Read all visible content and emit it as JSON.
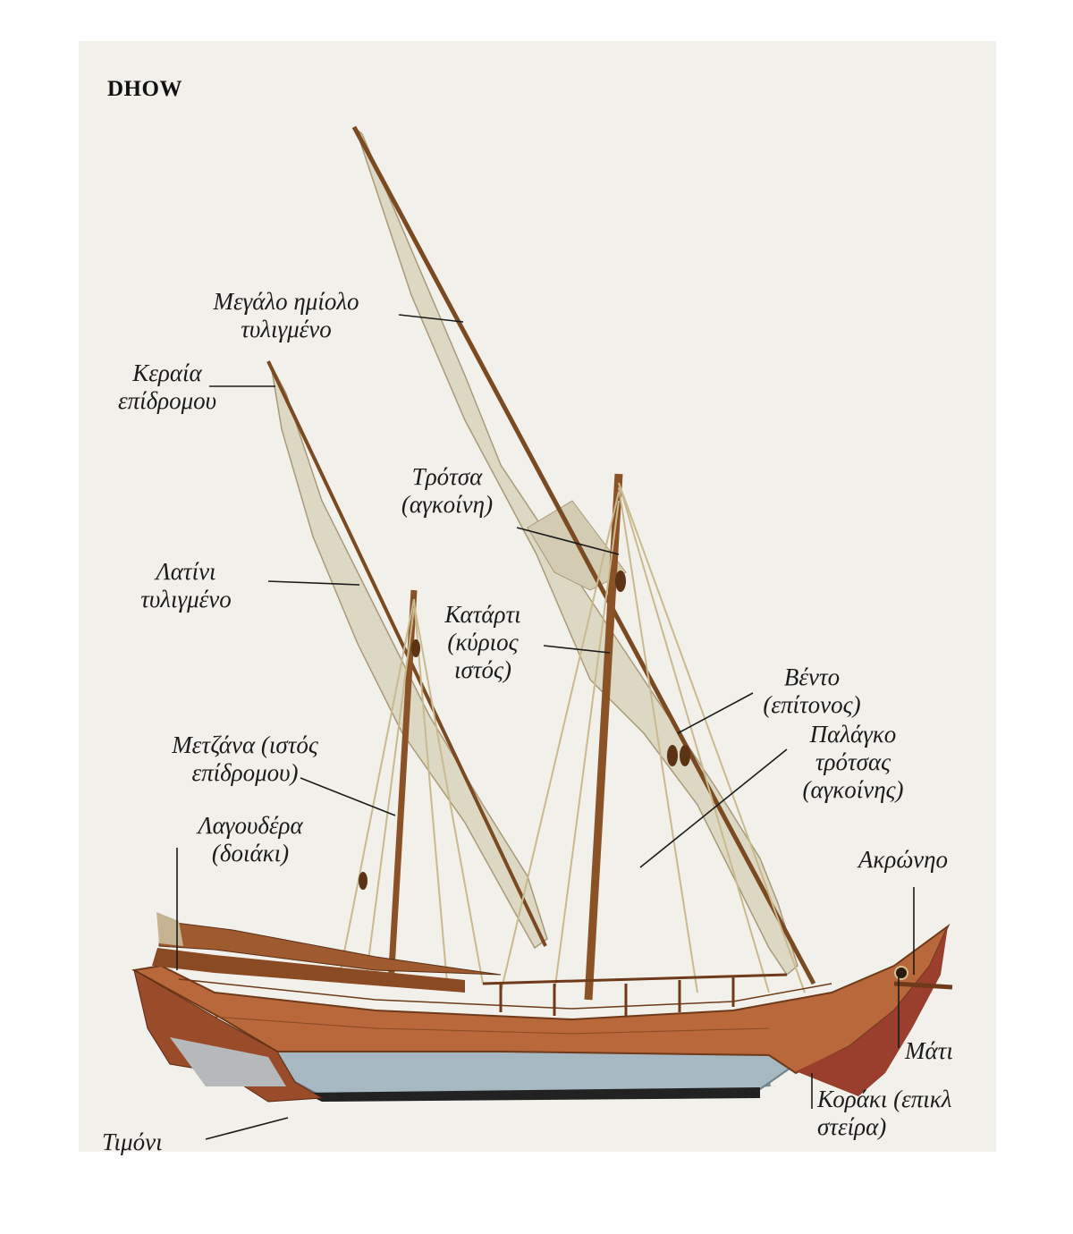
{
  "title": "DHOW",
  "colors": {
    "background": "#f2f0ea",
    "hull_wood": "#b8683a",
    "hull_bottom": "#9fb3bd",
    "sail": "#ddd8c4",
    "label_line": "#1b1b1b"
  },
  "labels": {
    "megalo": "Μεγάλο ημίολο\nτυλιγμένο",
    "keraia": "Κεραία\nεπίδρομου",
    "trotsa": "Τρότσα\n(αγκοίνη)",
    "latini": "Λατίνι\nτυλιγμένο",
    "katarti": "Κατάρτι\n(κύριος\nιστός)",
    "vento": "Βέντο\n(επίτονος)",
    "metzana": "Μετζάνα (ιστός\nεπίδρομου)",
    "palagko": "Παλάγκο\nτρότσας\n(αγκοίνης)",
    "lagoudera": "Λαγουδέρα\n(δοιάκι)",
    "akronio": "Ακρώνηο",
    "mati": "Μάτι",
    "timoni": "Τιμόνι",
    "koraki": "Κοράκι (επικλ\nστείρα)"
  }
}
